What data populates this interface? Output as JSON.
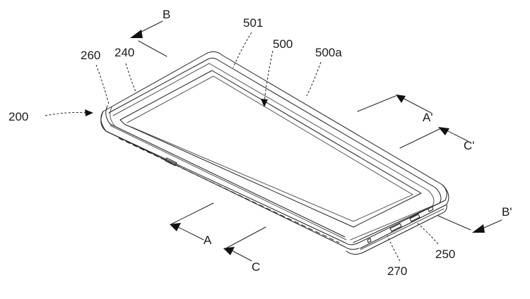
{
  "labels": {
    "ref_200": "200",
    "ref_260": "260",
    "ref_240": "240",
    "ref_501": "501",
    "ref_500": "500",
    "ref_500a": "500a",
    "ref_250": "250",
    "ref_270": "270",
    "sec_B": "B",
    "sec_B_prime": "B'",
    "sec_A": "A",
    "sec_A_prime": "A'",
    "sec_C": "C",
    "sec_C_prime": "C'"
  }
}
